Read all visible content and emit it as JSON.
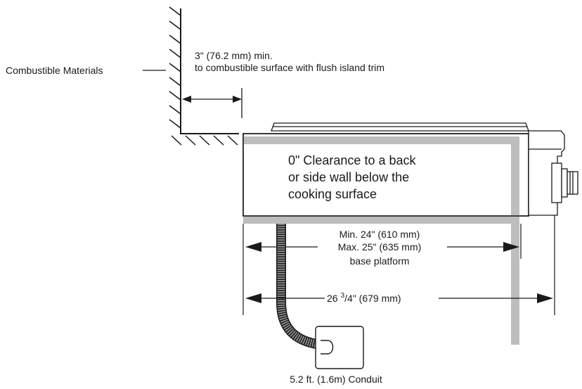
{
  "labels": {
    "combustible_materials": "Combustible Materials",
    "clearance_line1": "3\" (76.2 mm) min.",
    "clearance_line2": "to combustible surface with flush island trim",
    "wall_line1": "0\" Clearance to a back",
    "wall_line2": "or side wall below the",
    "wall_line3": "cooking surface",
    "platform_line1": "Min. 24\" (610 mm)",
    "platform_line2": "Max. 25\" (635 mm)",
    "platform_line3": "base platform",
    "overall_width_main": "26",
    "overall_width_sup": "3",
    "overall_width_rest": "/4\" (679 mm)",
    "conduit": "5.2 ft. (1.6m) Conduit"
  },
  "colors": {
    "line": "#1a1a1a",
    "platform_gray": "#bdbdbd",
    "conduit_gray": "#8a8a8a"
  }
}
